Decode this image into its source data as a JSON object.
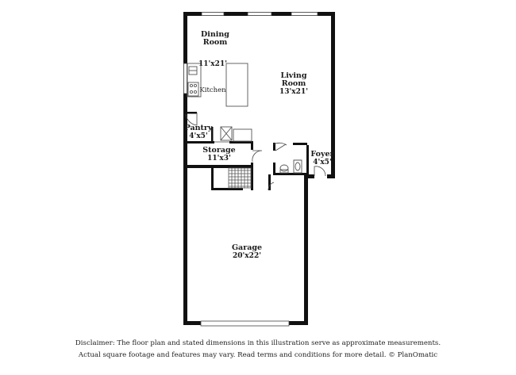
{
  "rooms": {
    "dining": {
      "name_line1": "Dining",
      "name_line2": "Room"
    },
    "kitchen": {
      "dimensions": "11'x21'",
      "name": "Kitchen"
    },
    "living": {
      "name_line1": "Living",
      "name_line2": "Room",
      "dimensions": "13'x21'"
    },
    "pantry": {
      "name": "Pantry",
      "dimensions": "4'x5'"
    },
    "storage": {
      "name": "Storage",
      "dimensions": "11'x3'"
    },
    "foyer": {
      "name": "Foyer",
      "dimensions": "4'x5'"
    },
    "garage": {
      "name": "Garage",
      "dimensions": "20'x22'"
    }
  },
  "disclaimer": {
    "line1": "Disclaimer: The floor plan and stated dimensions in this illustration serve as approximate measurements.",
    "line2": "Actual square footage and features may vary. Read terms and conditions for more detail. © PlanOmatic"
  },
  "colors": {
    "wall": "#111111",
    "fixture": "#555555"
  }
}
